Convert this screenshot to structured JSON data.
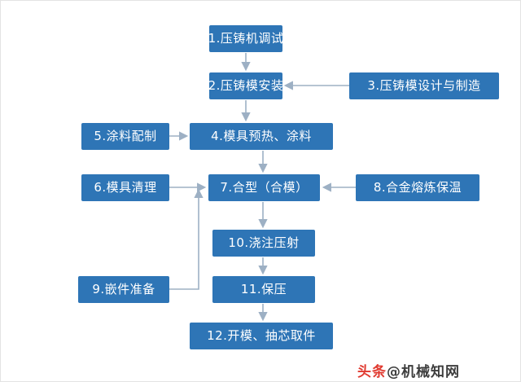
{
  "flowchart": {
    "description": "die casting process flow",
    "nodes": [
      {
        "id": "1",
        "label": "1.压铸机调试"
      },
      {
        "id": "2",
        "label": "2.压铸模安装"
      },
      {
        "id": "3",
        "label": "3.压铸模设计与制造"
      },
      {
        "id": "4",
        "label": "4.模具预热、涂料"
      },
      {
        "id": "5",
        "label": "5.涂料配制"
      },
      {
        "id": "6",
        "label": "6.模具清理"
      },
      {
        "id": "7",
        "label": "7.合型（合模）"
      },
      {
        "id": "8",
        "label": "8.合金熔炼保温"
      },
      {
        "id": "9",
        "label": "9.嵌件准备"
      },
      {
        "id": "10",
        "label": "10.浇注压射"
      },
      {
        "id": "11",
        "label": "11.保压"
      },
      {
        "id": "12",
        "label": "12.开模、抽芯取件"
      }
    ],
    "edges": [
      "1->2",
      "3->2",
      "2->4",
      "5->4",
      "4->7",
      "6->7",
      "8->7",
      "7->10",
      "10->11",
      "9->7",
      "11->12"
    ],
    "colors": {
      "node_fill": "#2E75B6",
      "node_text": "#FFFFFF",
      "arrow": "#9DB0C4"
    }
  },
  "watermark": {
    "brand": "头条",
    "handle": "@机械知网",
    "brand_color": "#E0392F",
    "handle_color": "#3D3D3D"
  }
}
